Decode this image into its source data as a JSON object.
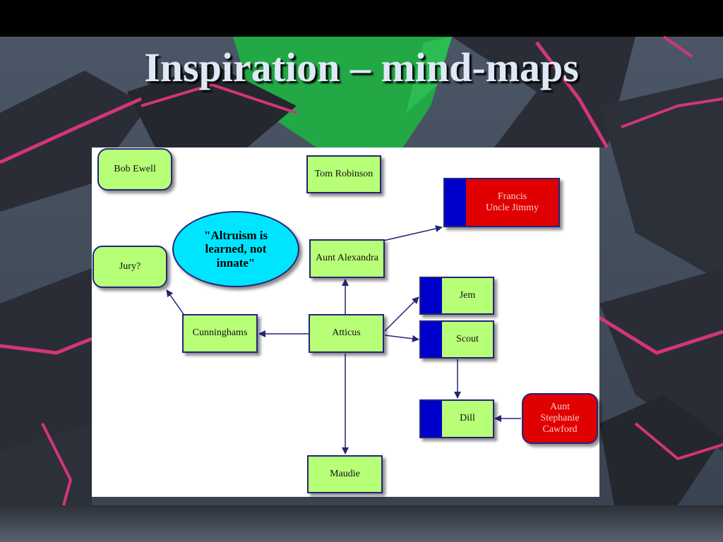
{
  "slide": {
    "title": "Inspiration – mind-maps"
  },
  "diagram": {
    "nodes": {
      "bob_ewell": "Bob Ewell",
      "tom_robinson": "Tom Robinson",
      "francis": "Francis\nUncle Jimmy",
      "altruism": "\"Altruism is\nlearned, not\ninnate\"",
      "jury": "Jury?",
      "aunt_alexandra": "Aunt Alexandra",
      "jem": "Jem",
      "cunninghams": "Cunninghams",
      "atticus": "Atticus",
      "scout": "Scout",
      "dill": "Dill",
      "aunt_stephanie": "Aunt\nStephanie\nCawford",
      "maudie": "Maudie"
    },
    "edges": [
      {
        "from": "atticus",
        "to": "aunt_alexandra"
      },
      {
        "from": "aunt_alexandra",
        "to": "francis"
      },
      {
        "from": "atticus",
        "to": "cunninghams"
      },
      {
        "from": "cunninghams",
        "to": "jury"
      },
      {
        "from": "atticus",
        "to": "jem"
      },
      {
        "from": "atticus",
        "to": "scout"
      },
      {
        "from": "atticus",
        "to": "maudie"
      },
      {
        "from": "scout",
        "to": "dill"
      },
      {
        "from": "aunt_stephanie",
        "to": "dill"
      }
    ],
    "colors": {
      "node_green": "#b8ff78",
      "node_red": "#e00000",
      "node_cyan": "#00e5ff",
      "stripe_blue": "#0000cc",
      "arrow_navy": "#24247a"
    }
  }
}
